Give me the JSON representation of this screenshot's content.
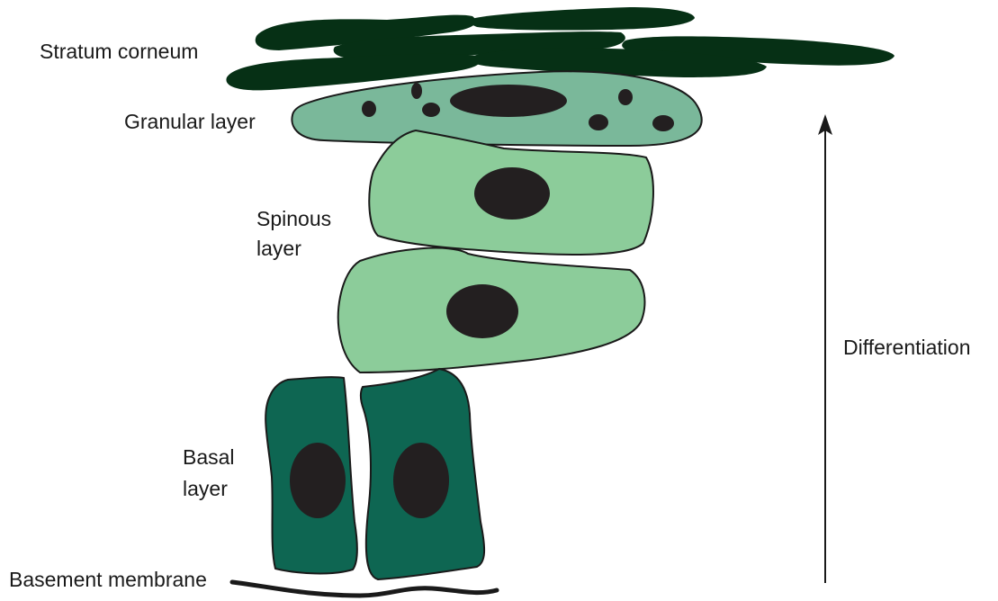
{
  "labels": {
    "stratum_corneum": "Stratum corneum",
    "granular_layer": "Granular layer",
    "spinous_line1": "Spinous",
    "spinous_line2": "layer",
    "basal_line1": "Basal",
    "basal_line2": "layer",
    "basement_membrane": "Basement membrane",
    "differentiation": "Differentiation"
  },
  "colors": {
    "corneum": "#063015",
    "granular": "#7ab89a",
    "spinous": "#8ccc9a",
    "basal": "#0e6652",
    "nucleus": "#231f20",
    "outline": "#1a1a1a"
  }
}
